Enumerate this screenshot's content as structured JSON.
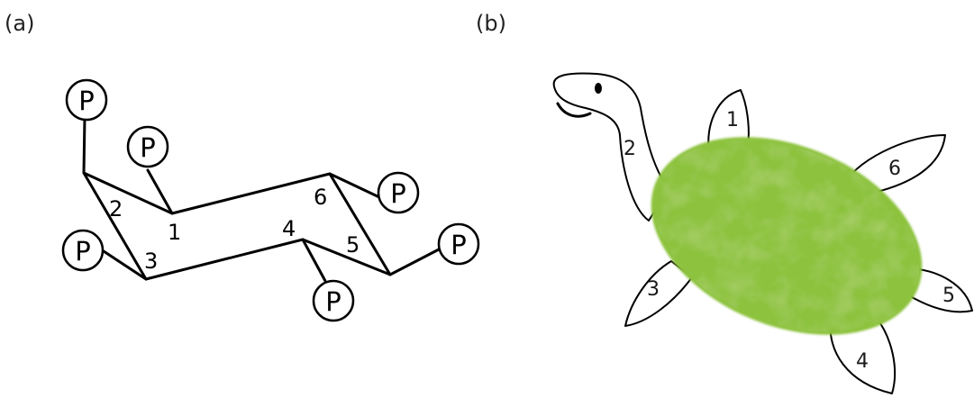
{
  "panels": {
    "a": {
      "label": "(a)"
    },
    "b": {
      "label": "(b)"
    }
  },
  "molecule": {
    "phosphate_symbol": "P",
    "carbon_numbers": [
      "1",
      "2",
      "3",
      "4",
      "5",
      "6"
    ]
  },
  "turtle": {
    "part_numbers": [
      "1",
      "2",
      "3",
      "4",
      "5",
      "6"
    ],
    "colors": {
      "shell": "#8cc23c",
      "shell_dark": "#6fa82a",
      "outline": "#000000"
    }
  }
}
